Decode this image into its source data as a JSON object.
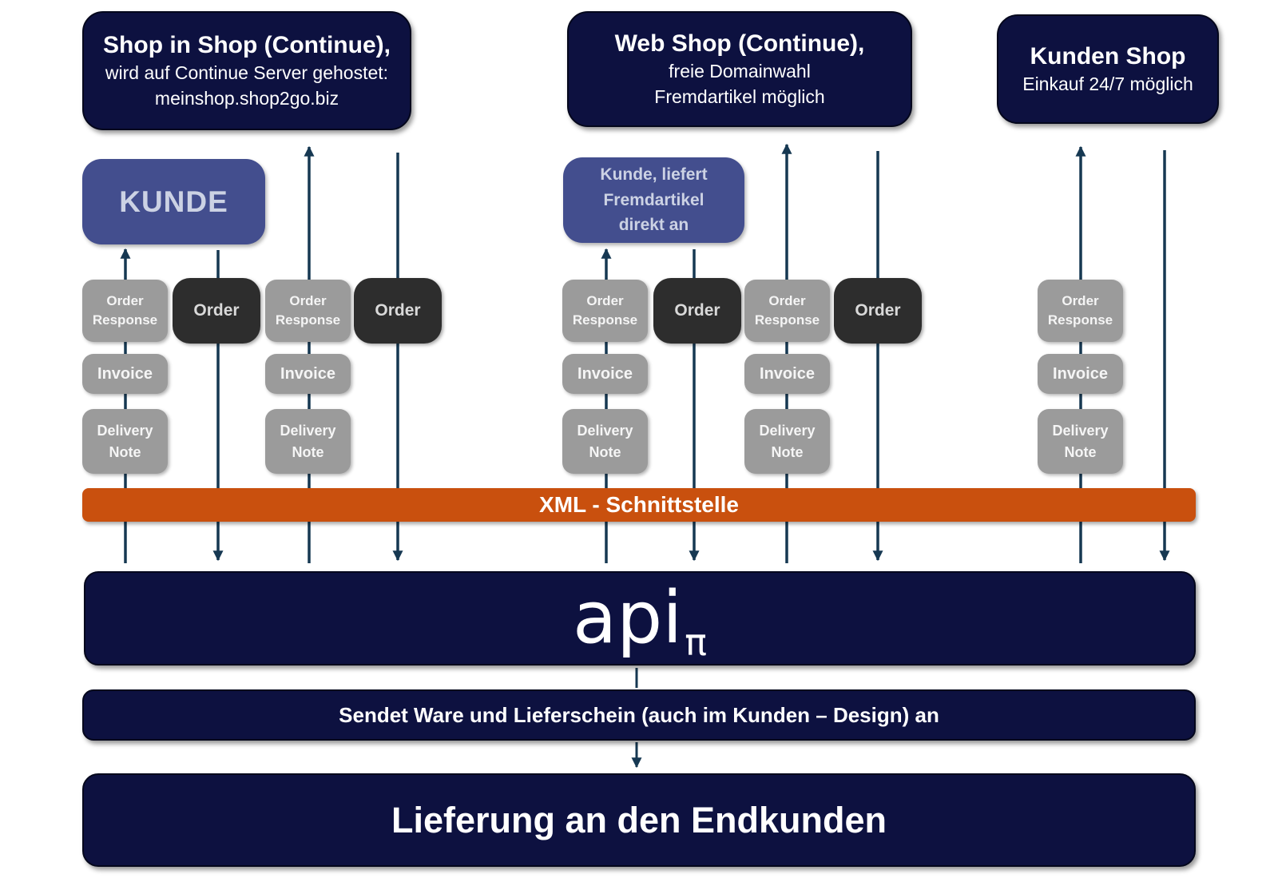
{
  "diagram": {
    "top_boxes": [
      {
        "title": "Shop in Shop (Continue),",
        "line1": "wird auf Continue Server gehostet:",
        "line2": "meinshop.shop2go.biz"
      },
      {
        "title": "Web Shop (Continue),",
        "line1": "freie Domainwahl",
        "line2": "Fremdartikel möglich"
      },
      {
        "title": "Kunden Shop",
        "line1": "Einkauf 24/7 möglich"
      }
    ],
    "customer_box": {
      "label": "KUNDE"
    },
    "customer_supplier_box": {
      "line1": "Kunde, liefert",
      "line2": "Fremdartikel",
      "line3": "direkt an"
    },
    "docs": {
      "order_response": "Order Response",
      "invoice": "Invoice",
      "delivery_note": "Delivery Note",
      "order": "Order"
    },
    "xml_bar": {
      "label": "XML - Schnittstelle"
    },
    "api_box": {
      "text": "api",
      "subscript": "π"
    },
    "send_bar": {
      "label": "Sendet Ware und Lieferschein (auch im Kunden – Design) an"
    },
    "delivery_bar": {
      "label": "Lieferung an den Endkunden"
    },
    "colors": {
      "navy": "#0d1140",
      "indigo": "#434e8e",
      "orange": "#c9500e",
      "gray": "#9b9b9b",
      "dark_gray": "#2d2d2d",
      "arrow": "#163852",
      "text_light": "#ffffff"
    }
  }
}
